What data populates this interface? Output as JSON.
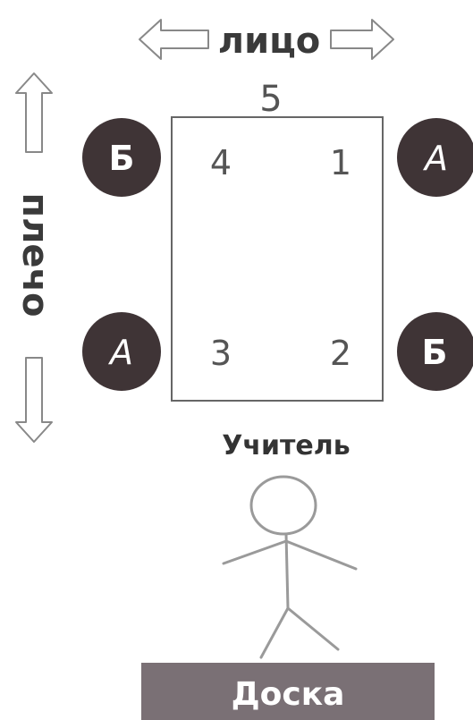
{
  "top_label": "лицо",
  "side_label": "плечо",
  "table_top_number": "5",
  "seat_numbers": {
    "top_left": "4",
    "top_right": "1",
    "bottom_left": "3",
    "bottom_right": "2"
  },
  "students": {
    "top_left": "Б",
    "top_right": "А",
    "bottom_left": "А",
    "bottom_right": "Б"
  },
  "teacher_label": "Учитель",
  "board_label": "Доска",
  "colors": {
    "circle_fill": "#3f3436",
    "board_fill": "#7a7075",
    "line": "#666666",
    "number": "#555555",
    "text": "#333333",
    "stick_figure": "#9a9a9a"
  }
}
